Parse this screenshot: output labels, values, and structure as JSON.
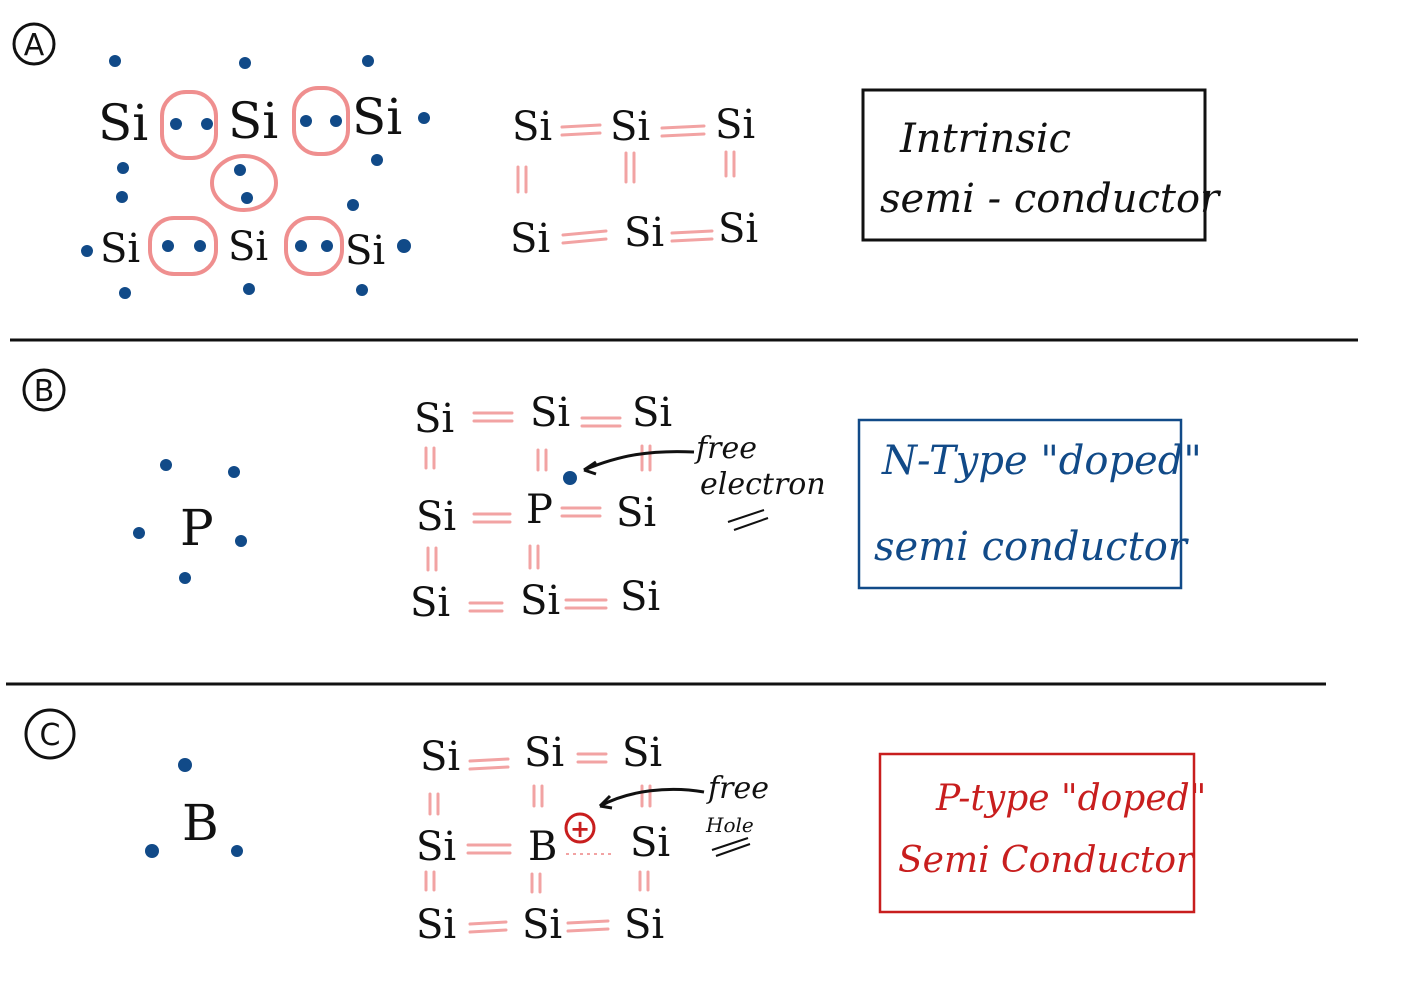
{
  "sections": [
    {
      "marker": "A",
      "lattice_atom": "Si",
      "grid_atoms": [
        "Si",
        "Si",
        "Si",
        "Si",
        "Si",
        "Si"
      ],
      "box_label_line1": "Intrinsic",
      "box_label_line2": "semi - conductor",
      "box_color": "#111111"
    },
    {
      "marker": "B",
      "dopant": "P",
      "dopant_valence_electrons": 5,
      "grid_atoms": [
        "Si",
        "Si",
        "Si",
        "Si",
        "P",
        "Si",
        "Si",
        "Si",
        "Si"
      ],
      "annotation_line1": "free",
      "annotation_line2": "electron",
      "box_label_line1": "N-Type \"doped\"",
      "box_label_line2": "semi conductor",
      "box_color": "#114a88"
    },
    {
      "marker": "C",
      "dopant": "B",
      "dopant_valence_electrons": 3,
      "hole_symbol": "+",
      "grid_atoms": [
        "Si",
        "Si",
        "Si",
        "Si",
        "B",
        "Si",
        "Si",
        "Si",
        "Si"
      ],
      "annotation_line1": "free",
      "annotation_line2": "Hole",
      "box_label_line1": "P-type \"doped\"",
      "box_label_line2": "Semi Conductor",
      "box_color": "#c81e1e"
    }
  ],
  "colors": {
    "electron_dot": "#114a88",
    "bond": "#f2a3a3",
    "pair_ring": "#ef8f8f",
    "ink": "#111111",
    "hole": "#c81e1e"
  }
}
